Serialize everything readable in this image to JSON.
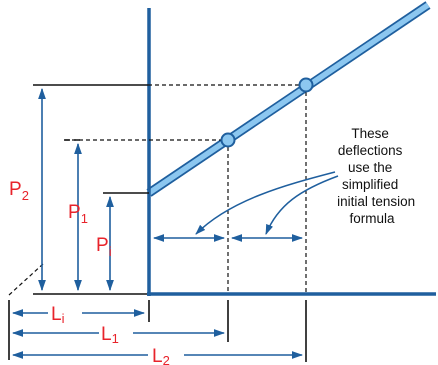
{
  "labels": {
    "p2": {
      "main": "P",
      "sub": "2"
    },
    "p1": {
      "main": "P",
      "sub": "1"
    },
    "pi": {
      "main": "P",
      "sub": "i"
    },
    "li": {
      "main": "L",
      "sub": "i"
    },
    "l1": {
      "main": "L",
      "sub": "1"
    },
    "l2": {
      "main": "L",
      "sub": "2"
    }
  },
  "note": {
    "lines": [
      "These",
      "deflections",
      "use the",
      "simplified",
      "initial tension",
      "formula"
    ]
  },
  "colors": {
    "axis": "#1f5f9e",
    "line_fill": "#8cc7f0",
    "label_red": "#e8232b",
    "black": "#111111"
  }
}
